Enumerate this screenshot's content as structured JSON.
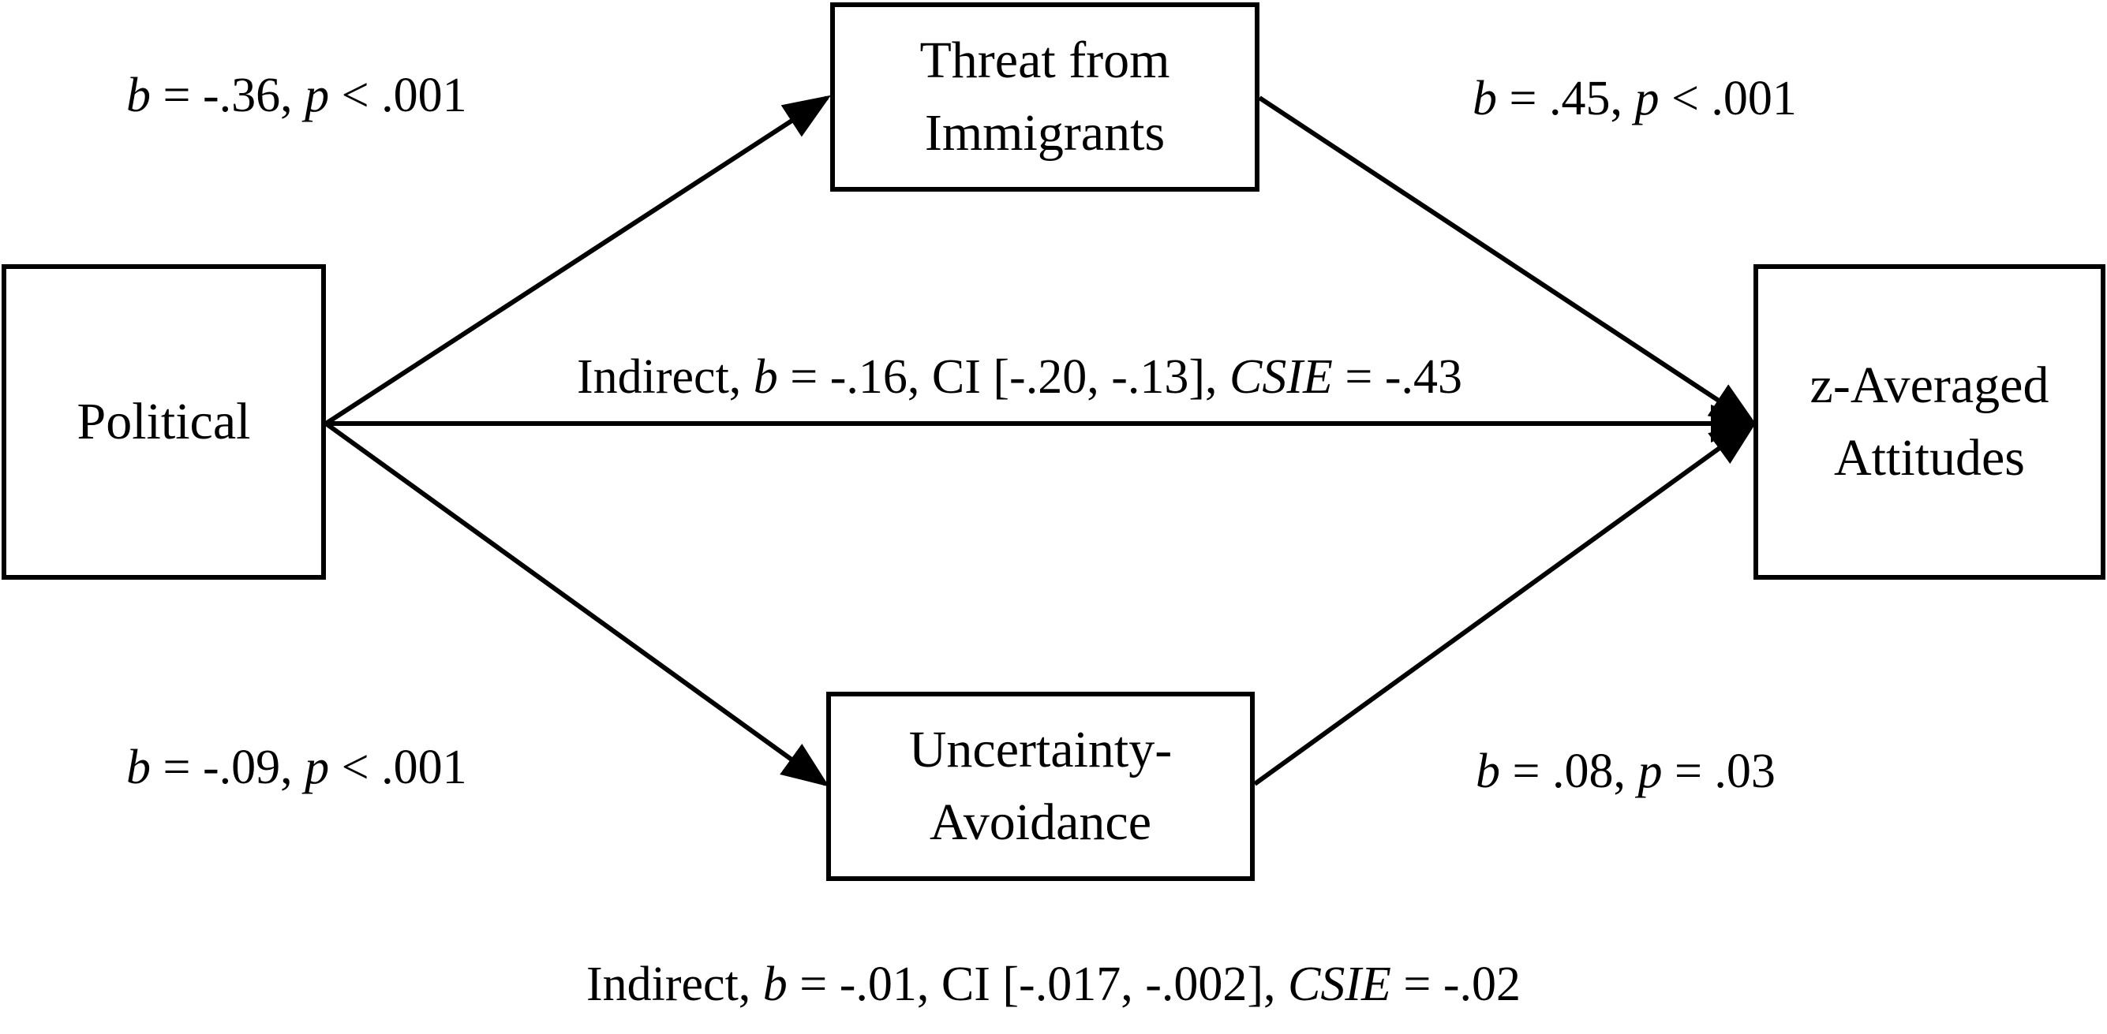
{
  "nodes": {
    "political": {
      "lines": [
        "Political"
      ]
    },
    "threat": {
      "lines": [
        "Threat from",
        "Immigrants"
      ]
    },
    "uncertainty": {
      "lines": [
        "Uncertainty-",
        "Avoidance"
      ]
    },
    "attitudes": {
      "lines": [
        "z-Averaged",
        "Attitudes"
      ]
    }
  },
  "paths": {
    "political_to_threat": {
      "b_symbol": "b",
      "b_text": " = -.36, ",
      "p_symbol": "p",
      "p_text": " < .001"
    },
    "threat_to_attitudes": {
      "b_symbol": "b",
      "b_text": " = .45, ",
      "p_symbol": "p",
      "p_text": " < .001"
    },
    "political_to_uncertainty": {
      "b_symbol": "b",
      "b_text": " = -.09, ",
      "p_symbol": "p",
      "p_text": " < .001"
    },
    "uncertainty_to_attitudes": {
      "b_symbol": "b",
      "b_text": " = .08, ",
      "p_symbol": "p",
      "p_text": " = .03"
    }
  },
  "indirect_effects": {
    "threat": {
      "prefix": "Indirect, ",
      "b_symbol": "b",
      "b_text": " = -.16, CI [-.20, -.13], ",
      "csie_symbol": "CSIE",
      "csie_text": " = -.43"
    },
    "uncertainty": {
      "prefix": "Indirect, ",
      "b_symbol": "b",
      "b_text": " = -.01, CI [-.017, -.002], ",
      "csie_symbol": "CSIE",
      "csie_text": " = -.02"
    }
  }
}
